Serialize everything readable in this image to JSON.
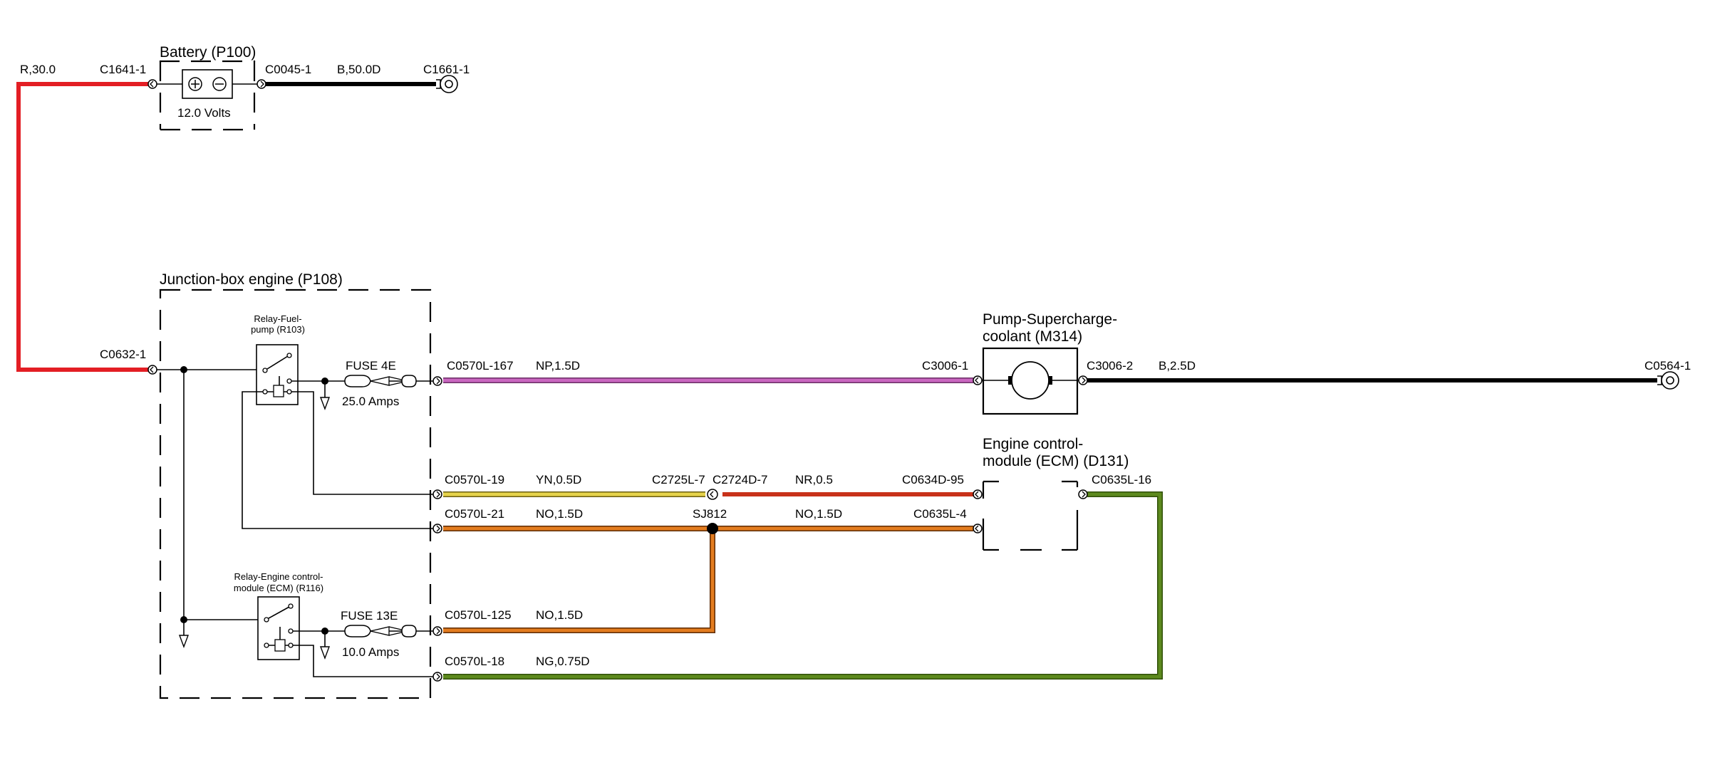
{
  "battery": {
    "title": "Battery (P100)",
    "voltage": "12.0 Volts",
    "pos_connector": "C1641-1",
    "neg_connector": "C0045-1",
    "feed_wire": "R,30.0",
    "ground_wire": "B,50.0D",
    "ground_eyelet": "C1661-1"
  },
  "junction_box": {
    "title": "Junction-box engine (P108)",
    "input_connector": "C0632-1",
    "relay_fuel_pump": "Relay-Fuel-\npump (R103)",
    "relay_ecm": "Relay-Engine control-\nmodule (ECM) (R116)",
    "fuse_4e": {
      "name": "FUSE 4E",
      "rating": "25.0 Amps"
    },
    "fuse_13e": {
      "name": "FUSE 13E",
      "rating": "10.0 Amps"
    }
  },
  "pump": {
    "title": "Pump-Supercharge-\ncoolant (M314)",
    "in_connector": "C3006-1",
    "out_connector": "C3006-2"
  },
  "ecm": {
    "title": "Engine control-\nmodule (ECM) (D131)",
    "conn_95": "C0634D-95",
    "conn_4": "C0635L-4",
    "conn_16": "C0635L-16"
  },
  "wires": {
    "np": {
      "connector": "C0570L-167",
      "spec": "NP,1.5D"
    },
    "yn": {
      "connector": "C0570L-19",
      "spec": "YN,0.5D"
    },
    "inline_a": "C2725L-7",
    "inline_b": "C2724D-7",
    "nr": {
      "spec": "NR,0.5"
    },
    "no_21": {
      "connector": "C0570L-21",
      "spec": "NO,1.5D"
    },
    "splice": "SJ812",
    "no_ecm": {
      "spec": "NO,1.5D"
    },
    "no_125": {
      "connector": "C0570L-125",
      "spec": "NO,1.5D"
    },
    "ng": {
      "connector": "C0570L-18",
      "spec": "NG,0.75D"
    },
    "b_ground": {
      "spec": "B,2.5D"
    },
    "ground_eyelet": "C0564-1"
  },
  "colors": {
    "red": "#e31e24",
    "black": "#000000",
    "pink": "#c967c0",
    "yellow": "#e6d34a",
    "red_brown": "#c8321a",
    "orange": "#e37c1f",
    "green": "#5d8a1e"
  }
}
